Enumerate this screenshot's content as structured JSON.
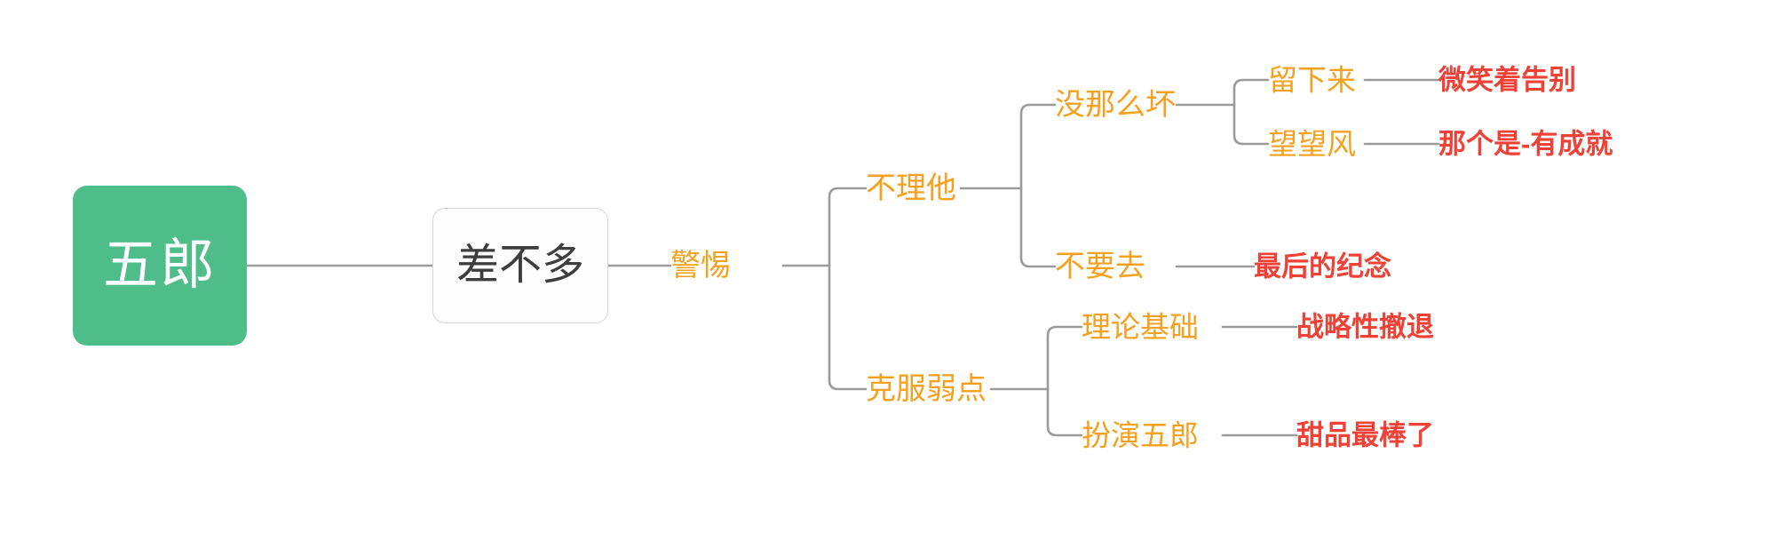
{
  "meta": {
    "title": "五郎 思维导图",
    "background": "#ffffff"
  },
  "colors": {
    "root_fill": "#4ebd8a",
    "root_text": "#ffffff",
    "box_fill": "#fdfdfd",
    "box_border": "#d5d5d5",
    "box_text": "#3d3d3d",
    "topic_text": "#f5a01e",
    "leaf_text": "#ef4136",
    "edge": "#9b9b9b"
  },
  "nodes": {
    "root": {
      "label": "五郎"
    },
    "level1": {
      "label": "差不多"
    },
    "level2": {
      "label": "警惕"
    },
    "branch_a": {
      "label": "不理他"
    },
    "branch_b": {
      "label": "克服弱点"
    },
    "a1": {
      "label": "没那么坏"
    },
    "a2": {
      "label": "不要去"
    },
    "a1_1": {
      "label": "留下来"
    },
    "a1_2": {
      "label": "望望风"
    },
    "b1": {
      "label": "理论基础"
    },
    "b2": {
      "label": "扮演五郎"
    }
  },
  "leaves": {
    "a1_1_leaf": {
      "label": "微笑着告别"
    },
    "a1_2_leaf": {
      "label": "那个是-有成就"
    },
    "a2_leaf": {
      "label": "最后的纪念"
    },
    "b1_leaf": {
      "label": "战略性撤退"
    },
    "b2_leaf": {
      "label": "甜品最棒了"
    }
  },
  "tree": {
    "name": "五郎",
    "children": [
      {
        "name": "差不多",
        "children": [
          {
            "name": "警惕",
            "children": [
              {
                "name": "不理他",
                "children": [
                  {
                    "name": "没那么坏",
                    "children": [
                      {
                        "name": "留下来",
                        "children": [
                          {
                            "name": "微笑着告别",
                            "children": []
                          }
                        ]
                      },
                      {
                        "name": "望望风",
                        "children": [
                          {
                            "name": "那个是-有成就",
                            "children": []
                          }
                        ]
                      }
                    ]
                  },
                  {
                    "name": "不要去",
                    "children": [
                      {
                        "name": "最后的纪念",
                        "children": []
                      }
                    ]
                  }
                ]
              },
              {
                "name": "克服弱点",
                "children": [
                  {
                    "name": "理论基础",
                    "children": [
                      {
                        "name": "战略性撤退",
                        "children": []
                      }
                    ]
                  },
                  {
                    "name": "扮演五郎",
                    "children": [
                      {
                        "name": "甜品最棒了",
                        "children": []
                      }
                    ]
                  }
                ]
              }
            ]
          }
        ]
      }
    ]
  }
}
